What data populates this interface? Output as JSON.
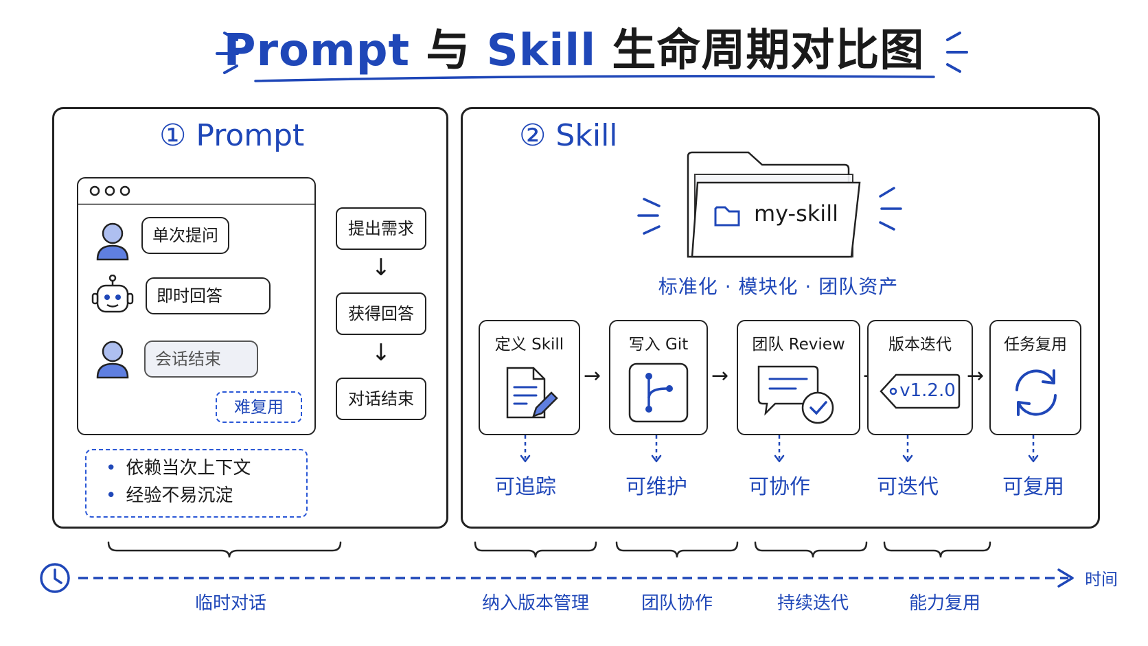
{
  "title": {
    "part1": "Prompt",
    "part2": "与",
    "part3": "Skill",
    "part4": "生命周期对比图"
  },
  "prompt_panel": {
    "heading": "① Prompt",
    "chat": [
      {
        "role": "user",
        "text": "单次提问"
      },
      {
        "role": "bot",
        "text": "即时回答"
      },
      {
        "role": "user",
        "text": "会话结束"
      }
    ],
    "tag": "难复用",
    "flow": [
      "提出需求",
      "获得回答",
      "对话结束"
    ],
    "flow_arrow": "↓",
    "notes": [
      "依赖当次上下文",
      "经验不易沉淀"
    ]
  },
  "skill_panel": {
    "heading": "② Skill",
    "folder_name": "my-skill",
    "attributes": "标准化 · 模块化 · 团队资产",
    "steps": [
      {
        "label": "定义 Skill",
        "icon": "document-edit-icon",
        "property": "可追踪"
      },
      {
        "label": "写入 Git",
        "icon": "git-branch-icon",
        "property": "可维护"
      },
      {
        "label": "团队 Review",
        "icon": "review-check-icon",
        "property": "可协作"
      },
      {
        "label": "版本迭代",
        "icon": "version-tag-icon",
        "property": "可迭代",
        "version": "v1.2.0"
      },
      {
        "label": "任务复用",
        "icon": "refresh-icon",
        "property": "可复用"
      }
    ],
    "step_arrow": "→"
  },
  "timeline": {
    "axis_label": "时间",
    "segments": [
      "临时对话",
      "纳入版本管理",
      "团队协作",
      "持续迭代",
      "能力复用"
    ]
  },
  "colors": {
    "accent": "#1f47b8",
    "ink": "#1a1a1a",
    "light_blue": "#aebff0"
  }
}
